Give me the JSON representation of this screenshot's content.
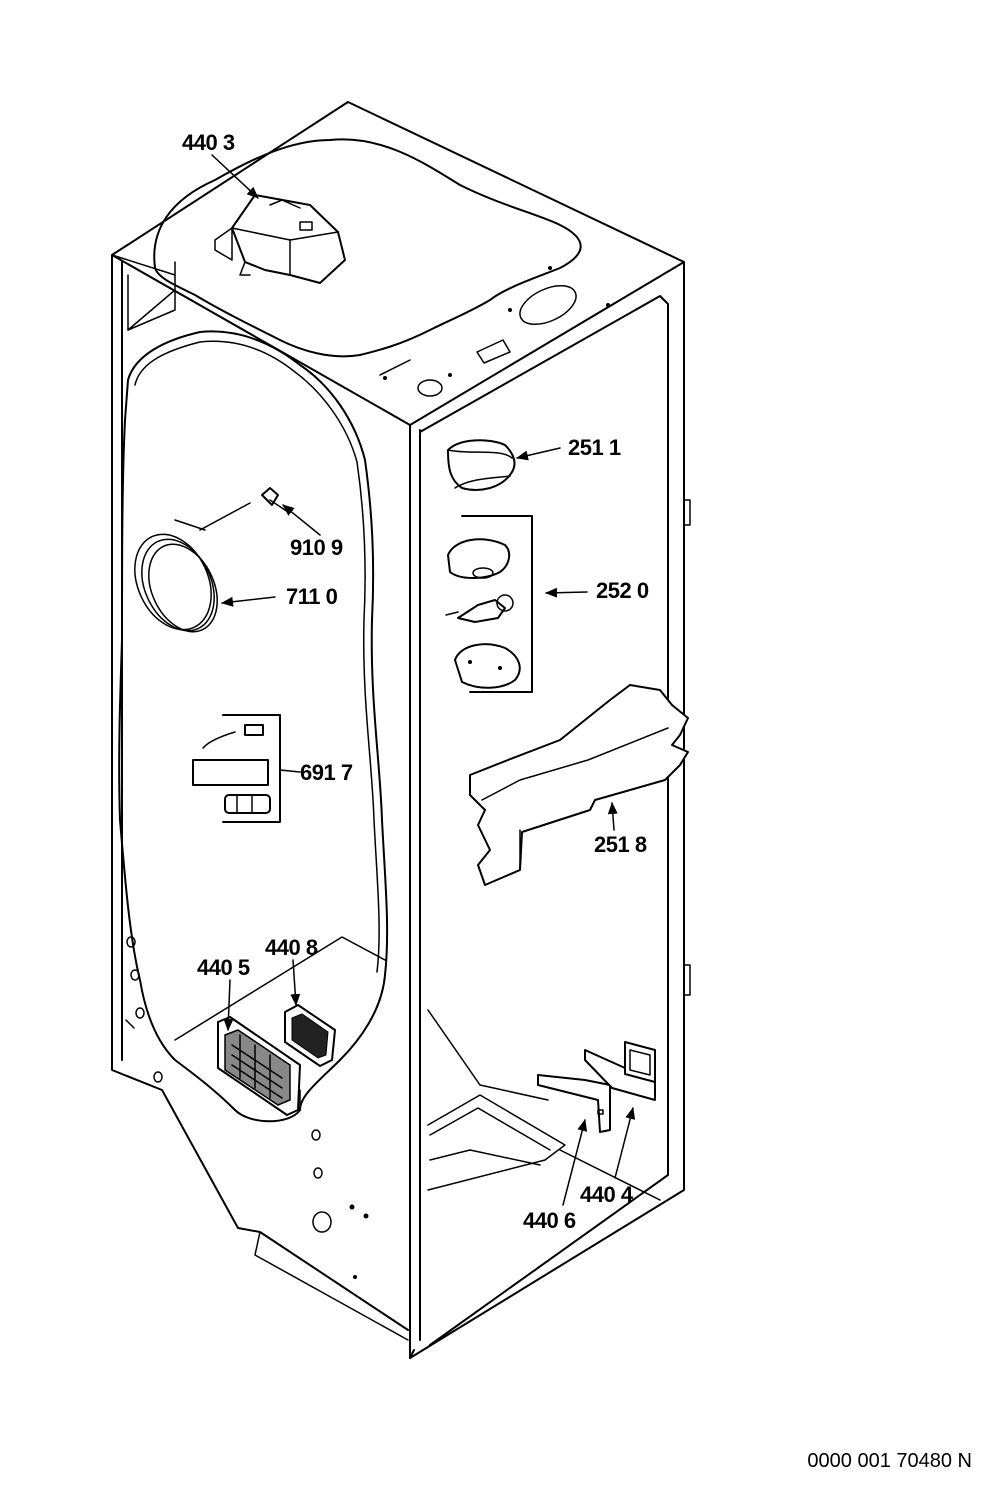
{
  "diagram": {
    "callouts": [
      {
        "id": "440-3",
        "text": "440 3"
      },
      {
        "id": "251-1",
        "text": "251 1"
      },
      {
        "id": "910-9",
        "text": "910 9"
      },
      {
        "id": "711-0",
        "text": "711 0"
      },
      {
        "id": "252-0",
        "text": "252 0"
      },
      {
        "id": "691-7",
        "text": "691 7"
      },
      {
        "id": "251-8",
        "text": "251 8"
      },
      {
        "id": "440-8",
        "text": "440 8"
      },
      {
        "id": "440-5",
        "text": "440 5"
      },
      {
        "id": "440-4",
        "text": "440 4"
      },
      {
        "id": "440-6",
        "text": "440 6"
      }
    ],
    "document_number": "0000 001 70480 N"
  }
}
